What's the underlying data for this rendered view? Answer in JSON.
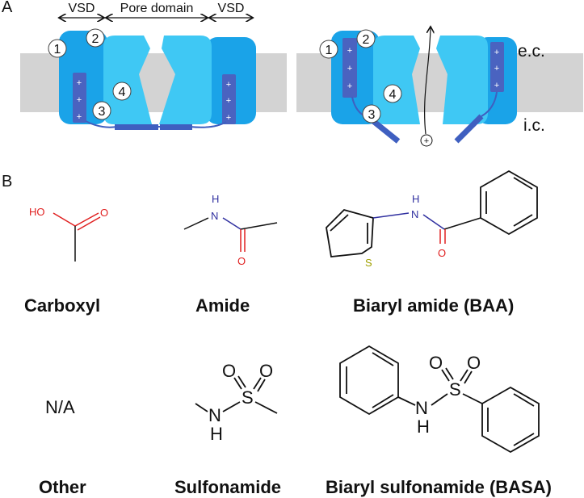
{
  "panels": {
    "a": "A",
    "b": "B"
  },
  "channel": {
    "vsd_left": "VSD",
    "pore": "Pore domain",
    "vsd_right": "VSD",
    "ec": "e.c.",
    "ic": "i.c.",
    "plus": "+",
    "circles": [
      "1",
      "2",
      "3",
      "4"
    ]
  },
  "chemicals": {
    "carboxyl": {
      "name": "Carboxyl",
      "ho": "HO",
      "o": "O"
    },
    "amide": {
      "name": "Amide",
      "h": "H",
      "n": "N",
      "o": "O"
    },
    "baa": {
      "name": "Biaryl amide (BAA)",
      "h": "H",
      "n": "N",
      "s": "S",
      "o": "O"
    },
    "other": {
      "name": "Other",
      "value": "N/A"
    },
    "sulfonamide": {
      "name": "Sulfonamide",
      "o1": "O",
      "o2": "O",
      "s": "S",
      "n": "N",
      "h": "H"
    },
    "basa": {
      "name": "Biaryl sulfonamide (BASA)",
      "o1": "O",
      "o2": "O",
      "s": "S",
      "n": "N",
      "h": "H"
    }
  },
  "colors": {
    "membrane": "#d3d3d3",
    "vsd_blue": "#1aa3e8",
    "pore_blue": "#3fc8f4",
    "s4_blue": "#4a63c0",
    "oxygen_red": "#e02020",
    "nitrogen_blue": "#3030a0",
    "sulfur_olive": "#a0a000"
  }
}
